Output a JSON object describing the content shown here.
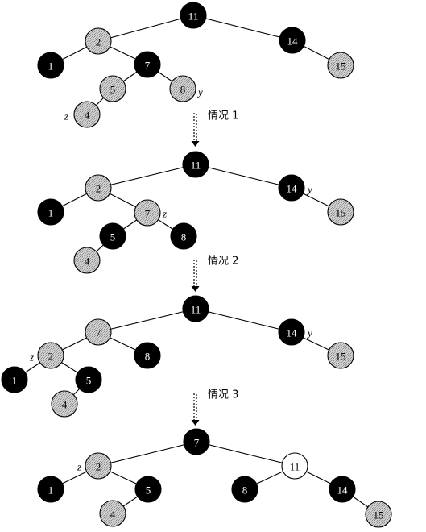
{
  "colors": {
    "black": "#000000",
    "grey": "#c8c8c8",
    "white": "#ffffff"
  },
  "cases": [
    {
      "label": "情况 1"
    },
    {
      "label": "情况 2"
    },
    {
      "label": "情况 3"
    }
  ],
  "trees": [
    {
      "nodes": [
        {
          "key": "11",
          "color": "black"
        },
        {
          "key": "2",
          "color": "grey"
        },
        {
          "key": "14",
          "color": "black"
        },
        {
          "key": "1",
          "color": "black"
        },
        {
          "key": "7",
          "color": "black"
        },
        {
          "key": "15",
          "color": "grey"
        },
        {
          "key": "5",
          "color": "grey"
        },
        {
          "key": "8",
          "color": "grey",
          "tag": "y"
        },
        {
          "key": "4",
          "color": "grey",
          "tag": "z"
        }
      ],
      "edges": [
        [
          0,
          1
        ],
        [
          0,
          2
        ],
        [
          1,
          3
        ],
        [
          1,
          4
        ],
        [
          2,
          5
        ],
        [
          4,
          6
        ],
        [
          4,
          7
        ],
        [
          6,
          8
        ]
      ]
    },
    {
      "nodes": [
        {
          "key": "11",
          "color": "black"
        },
        {
          "key": "2",
          "color": "grey"
        },
        {
          "key": "14",
          "color": "black",
          "tag": "y"
        },
        {
          "key": "1",
          "color": "black"
        },
        {
          "key": "7",
          "color": "grey",
          "tag": "z"
        },
        {
          "key": "15",
          "color": "grey"
        },
        {
          "key": "5",
          "color": "black"
        },
        {
          "key": "8",
          "color": "black"
        },
        {
          "key": "4",
          "color": "grey"
        }
      ],
      "edges": [
        [
          0,
          1
        ],
        [
          0,
          2
        ],
        [
          1,
          3
        ],
        [
          1,
          4
        ],
        [
          2,
          5
        ],
        [
          4,
          6
        ],
        [
          4,
          7
        ],
        [
          6,
          8
        ]
      ]
    },
    {
      "nodes": [
        {
          "key": "11",
          "color": "black"
        },
        {
          "key": "7",
          "color": "grey"
        },
        {
          "key": "14",
          "color": "black",
          "tag": "y"
        },
        {
          "key": "2",
          "color": "grey",
          "tag": "z"
        },
        {
          "key": "8",
          "color": "black"
        },
        {
          "key": "15",
          "color": "grey"
        },
        {
          "key": "1",
          "color": "black"
        },
        {
          "key": "5",
          "color": "black"
        },
        {
          "key": "4",
          "color": "grey"
        }
      ],
      "edges": [
        [
          0,
          1
        ],
        [
          0,
          2
        ],
        [
          1,
          3
        ],
        [
          1,
          4
        ],
        [
          2,
          5
        ],
        [
          3,
          6
        ],
        [
          3,
          7
        ],
        [
          7,
          8
        ]
      ]
    },
    {
      "nodes": [
        {
          "key": "7",
          "color": "black"
        },
        {
          "key": "2",
          "color": "grey",
          "tag": "z"
        },
        {
          "key": "11",
          "color": "white"
        },
        {
          "key": "1",
          "color": "black"
        },
        {
          "key": "5",
          "color": "black"
        },
        {
          "key": "8",
          "color": "black"
        },
        {
          "key": "14",
          "color": "black"
        },
        {
          "key": "4",
          "color": "grey"
        },
        {
          "key": "15",
          "color": "grey"
        }
      ],
      "edges": [
        [
          0,
          1
        ],
        [
          0,
          2
        ],
        [
          1,
          3
        ],
        [
          1,
          4
        ],
        [
          2,
          5
        ],
        [
          2,
          6
        ],
        [
          4,
          7
        ],
        [
          6,
          8
        ]
      ]
    }
  ]
}
